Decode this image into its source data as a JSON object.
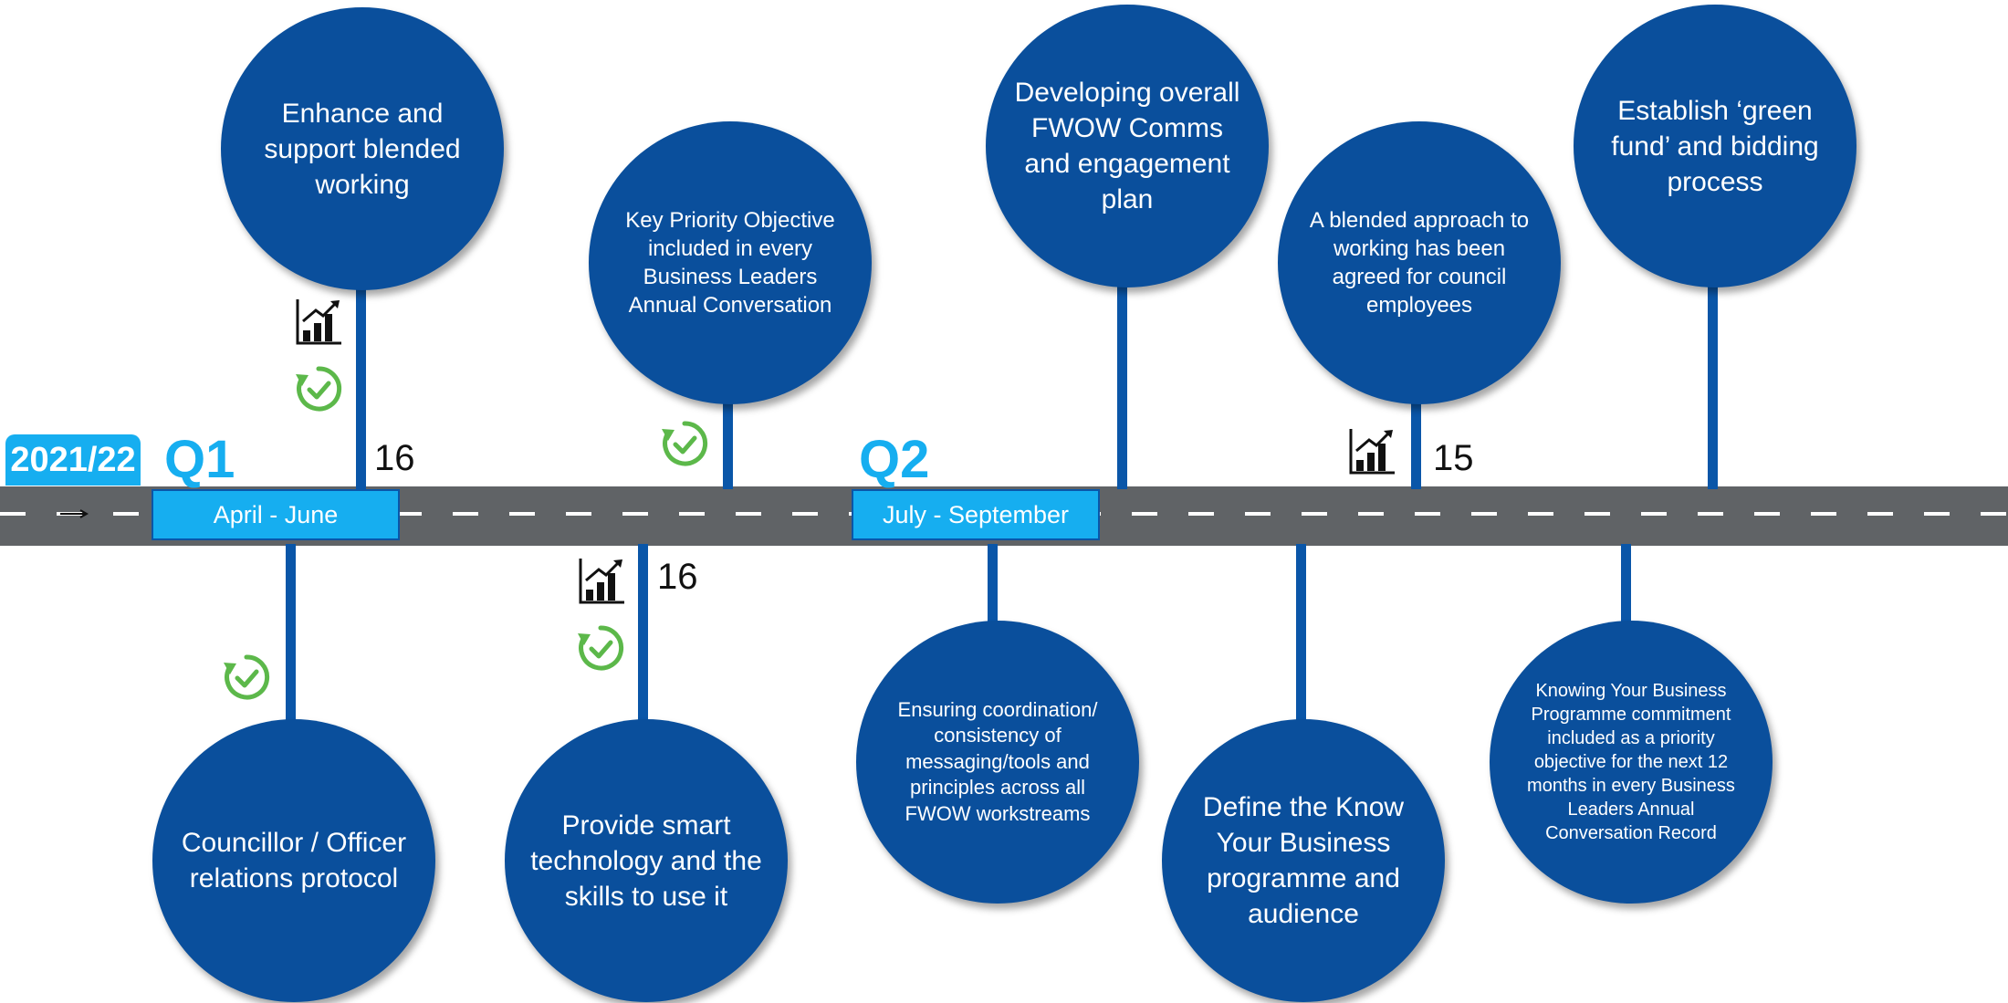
{
  "year": "2021/22",
  "quarters": [
    {
      "label": "Q1",
      "range": "April - June"
    },
    {
      "label": "Q2",
      "range": "July - September"
    }
  ],
  "milestones": {
    "enhance": "Enhance and support blended working",
    "key_priority": "Key Priority Objective included in every Business Leaders Annual Conversation",
    "comms": "Developing overall FWOW Comms and engagement plan",
    "blended_agreed": "A blended approach to working has been agreed for council employees",
    "green_fund": "Establish ‘green fund’ and bidding process",
    "councillor": "Councillor / Officer relations protocol",
    "smart_tech": "Provide smart technology and the skills to use it",
    "coordination": "Ensuring coordination/ consistency of messaging/tools and principles across all FWOW workstreams",
    "kyb_define": "Define the Know Your Business programme and audience",
    "kyb_commitment": "Knowing Your Business Programme commitment included as a priority objective for the next 12 months in every Business Leaders Annual Conversation Record"
  },
  "counts": {
    "enhance": "16",
    "smart_tech": "16",
    "blended_agreed": "15"
  },
  "colors": {
    "circle": "#0a4f9c",
    "stem": "#0a56a8",
    "accent": "#16aef0",
    "road": "#606366",
    "check": "#5cb84a"
  },
  "icons": {
    "progress": "bar-chart-growth-icon",
    "status": "refresh-check-icon"
  }
}
